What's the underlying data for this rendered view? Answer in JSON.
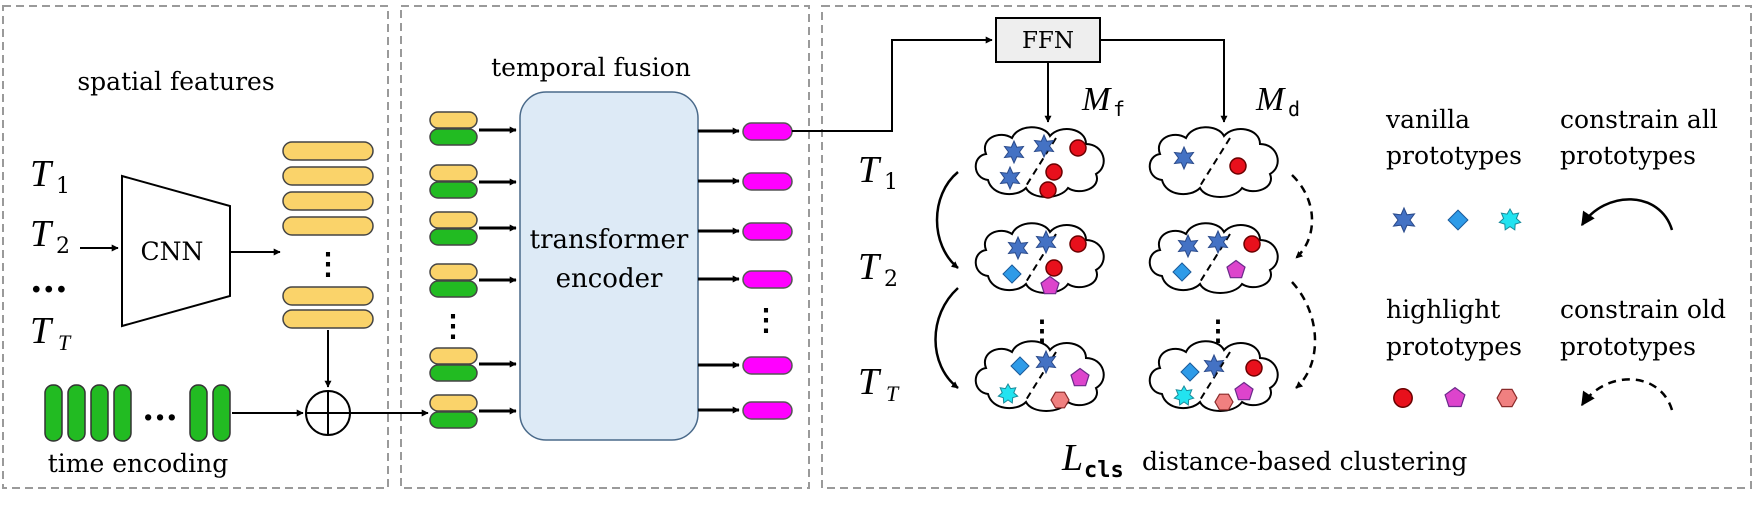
{
  "panel1": {
    "title": "spatial features",
    "tasks": [
      {
        "letter": "T",
        "sub": "1"
      },
      {
        "letter": "T",
        "sub": "2"
      },
      {
        "letter": "T",
        "sub": "T"
      }
    ],
    "task_dots": "...",
    "cnn_label": "CNN",
    "feature_dots": "⋮",
    "time_dots": "...",
    "time_label": "time encoding",
    "plus_symbol": "⊕"
  },
  "panel2": {
    "title": "temporal fusion",
    "encoder_line1": "transformer",
    "encoder_line2": "encoder",
    "input_dots": "⋮",
    "output_dots": "⋮"
  },
  "panel3": {
    "ffn_label": "FFN",
    "mf_letter": "M",
    "mf_sub": "f",
    "md_letter": "M",
    "md_sub": "d",
    "tasks": [
      {
        "letter": "T",
        "sub": "1"
      },
      {
        "letter": "T",
        "sub": "2"
      },
      {
        "letter": "T",
        "sub": "T"
      }
    ],
    "cloud_dots": "⋮",
    "loss_letter": "L",
    "loss_sub": "cls",
    "loss_text": "distance-based clustering",
    "legend": {
      "vanilla_line1": "vanilla",
      "vanilla_line2": "prototypes",
      "highlight_line1": "highlight",
      "highlight_line2": "prototypes",
      "constrain_all_line1": "constrain all",
      "constrain_all_line2": "prototypes",
      "constrain_old_line1": "constrain old",
      "constrain_old_line2": "prototypes"
    }
  },
  "colors": {
    "feature": "#FAD36A",
    "time": "#22BB22",
    "output": "#FF00FF",
    "encoder": "#DDEAF6",
    "star": "#4472C4",
    "diamond": "#2E9BE8",
    "cyan_star": "#22E3F0",
    "circle": "#E8101C",
    "pentagon": "#DD44CC",
    "hexagon": "#F08080"
  }
}
